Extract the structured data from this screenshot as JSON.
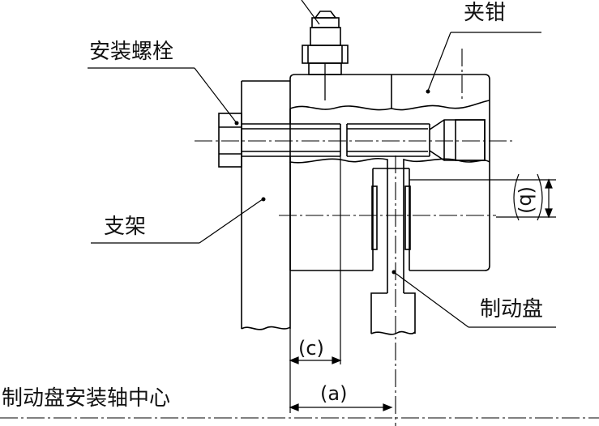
{
  "labels": {
    "clamp": "夹钳",
    "mounting_bolt": "安装螺栓",
    "bracket": "支架",
    "brake_disc": "制动盘",
    "disc_axis": "制动盘安装轴中心"
  },
  "dimensions": {
    "a": "(a)",
    "b": "(b)",
    "c": "(c)"
  }
}
